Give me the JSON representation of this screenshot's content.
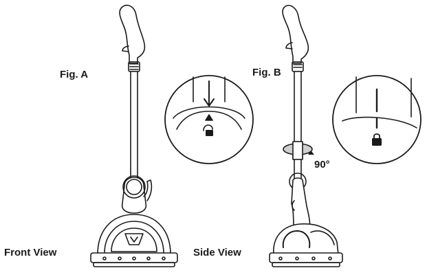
{
  "labels": {
    "fig_a": "Fig. A",
    "fig_b": "Fig. B",
    "front_view": "Front View",
    "side_view": "Side View",
    "rotation_angle": "90°"
  },
  "colors": {
    "line": "#1a1a1a",
    "background": "#ffffff",
    "shade": "#cfcfcf"
  },
  "icons": {
    "fig_a_detail": [
      "arrow-down-icon",
      "triangle-up-icon",
      "unlock-icon"
    ],
    "fig_b_detail": [
      "lock-icon"
    ],
    "fig_b_handle": [
      "rotation-arrow-icon"
    ]
  }
}
